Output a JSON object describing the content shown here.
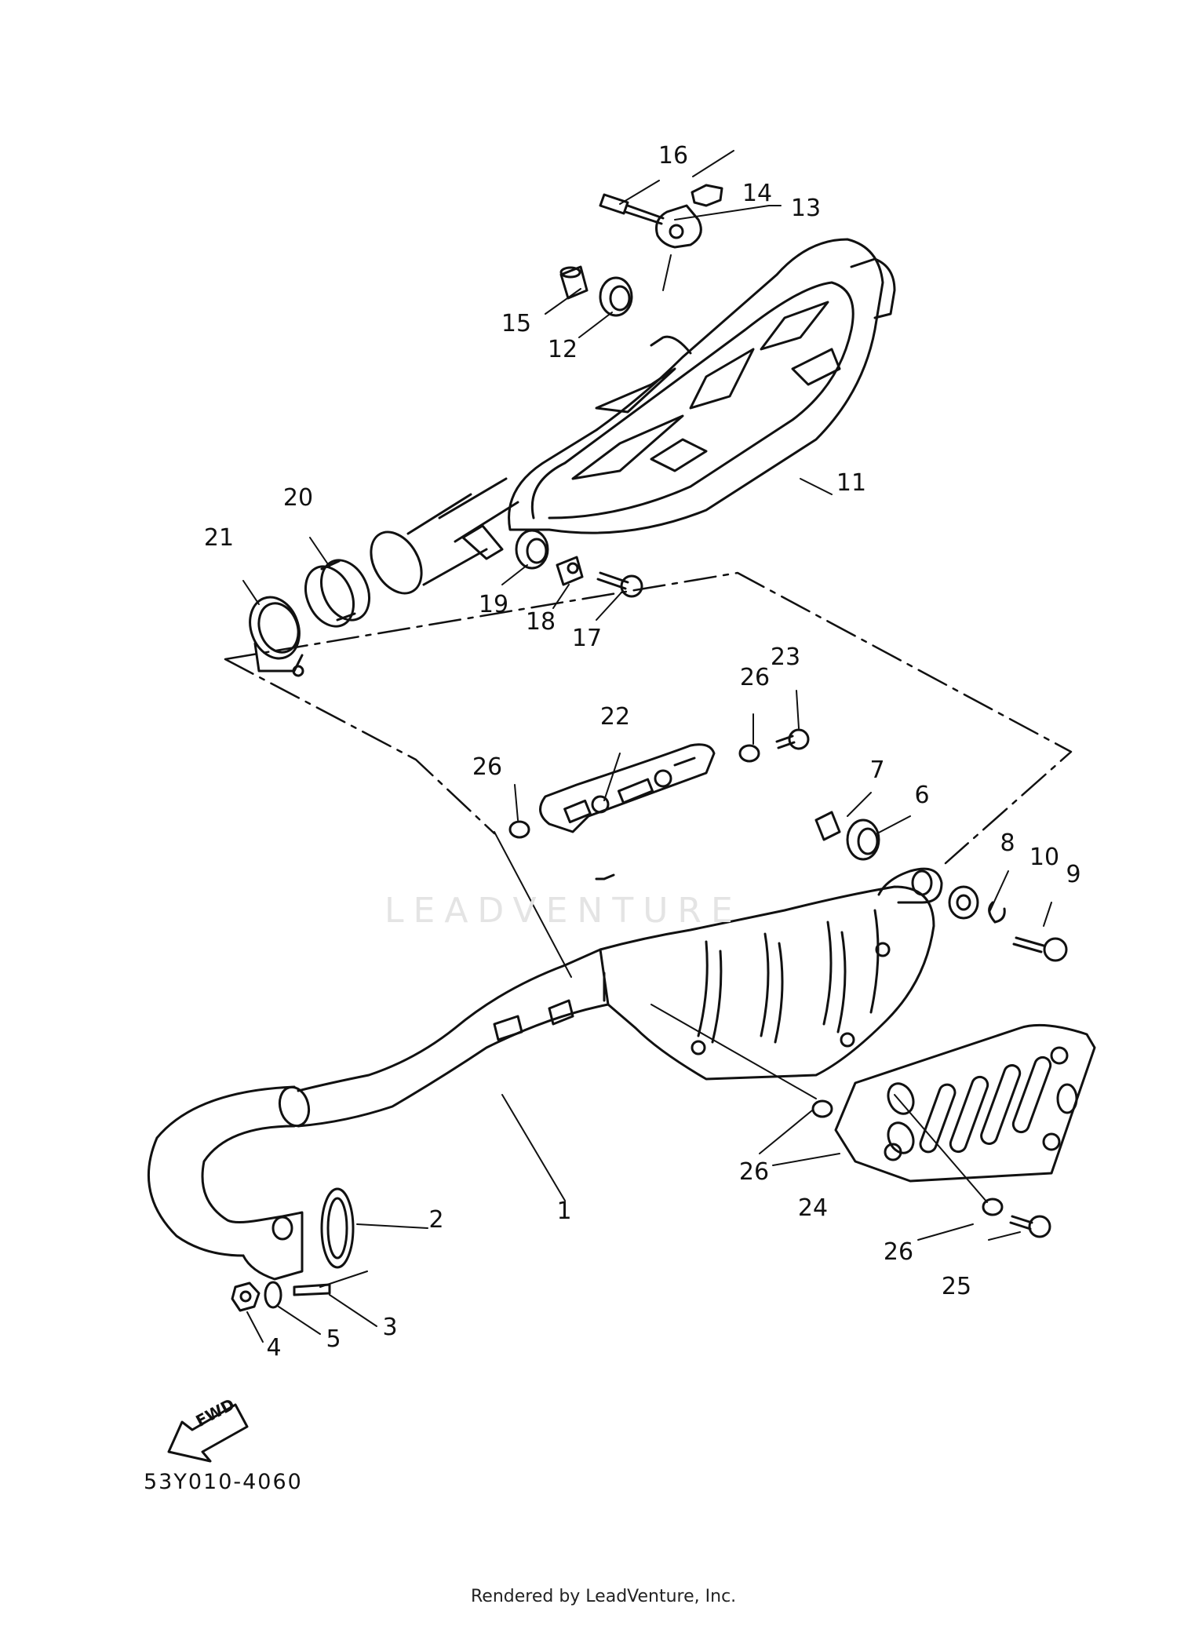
{
  "diagram": {
    "drawing_code": "53Y010-4060",
    "footer": "Rendered by LeadVenture, Inc.",
    "watermark": "LEADVENTURE",
    "fwd_label": "FWD",
    "labels": {
      "p1": "1",
      "p2": "2",
      "p3": "3",
      "p4": "4",
      "p5": "5",
      "p6": "6",
      "p7": "7",
      "p8": "8",
      "p9": "9",
      "p10": "10",
      "p11": "11",
      "p12": "12",
      "p13": "13",
      "p14": "14",
      "p15": "15",
      "p16": "16",
      "p17": "17",
      "p18": "18",
      "p19": "19",
      "p20": "20",
      "p21": "21",
      "p22": "22",
      "p23": "23",
      "p24": "24",
      "p25": "25",
      "p26a": "26",
      "p26b": "26",
      "p26c": "26",
      "p26d": "26"
    },
    "colors": {
      "line": "#111111",
      "background": "#ffffff",
      "watermark": "#e4e4e4"
    }
  }
}
